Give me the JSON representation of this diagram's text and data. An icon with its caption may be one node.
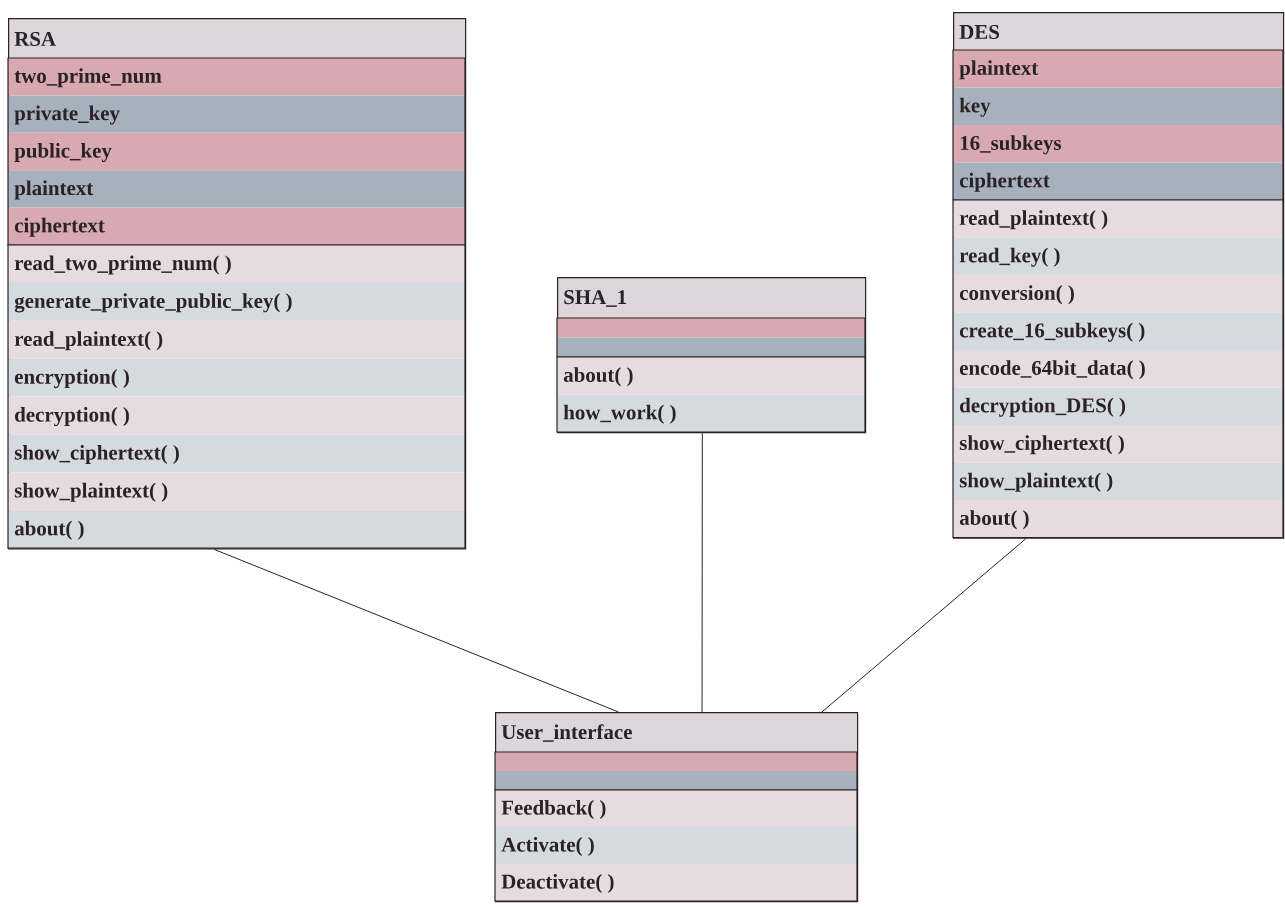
{
  "diagram": {
    "nodes": [
      {
        "text": [
          "RSA"
        ]
      },
      {
        "text": [
          "two_prime_num",
          "private_key",
          "public_key",
          "plaintext",
          "ciphertext"
        ],
        "in": 0
      },
      {
        "text": [
          "read_two_prime_num( )",
          "generate_private_public_key( )",
          "read_plaintext( )",
          "encryption( )",
          "decryption( )",
          "show_ciphertext( )",
          "show_plaintext( )",
          "about( )"
        ],
        "in": 0
      },
      {
        "text": [
          "SHA_1"
        ]
      },
      {
        "text": [],
        "shape": "box",
        "in": 3
      },
      {
        "text": [
          "about( )",
          "how_work( )"
        ],
        "in": 3
      },
      {
        "text": [
          "DES"
        ]
      },
      {
        "text": [
          "plaintext",
          "key",
          "16_subkeys",
          "ciphertext"
        ],
        "in": 6
      },
      {
        "text": [
          "read_plaintext( )",
          "read_key( )",
          "conversion( )",
          "create_16_subkeys( )",
          "encode_64bit_data( )",
          "decryption_DES( )",
          "show_ciphertext( )",
          "show_plaintext( )",
          "about( )"
        ],
        "in": 6
      },
      {
        "text": [
          "User_interface"
        ]
      },
      {
        "text": [],
        "shape": "box",
        "in": 9
      },
      {
        "text": [
          "Feedback( )",
          "Activate( )",
          "Deactivate( )"
        ],
        "in": 9
      }
    ],
    "edges": [
      {
        "from": 0,
        "to": 9,
        "arrow": "none"
      },
      {
        "from": 3,
        "to": 9,
        "arrow": "none"
      },
      {
        "from": 6,
        "to": 9,
        "arrow": "none"
      }
    ]
  }
}
